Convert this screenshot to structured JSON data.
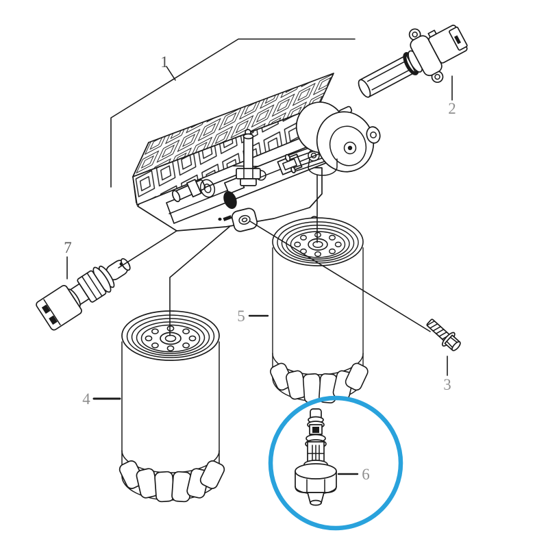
{
  "canvas": {
    "background": "#ffffff",
    "ink_color": "#1a1a1a"
  },
  "highlight_circle": {
    "color": "#29a2dc"
  },
  "callouts": [
    {
      "id": "1",
      "label": "1",
      "color": "#4f4f4f"
    },
    {
      "id": "2",
      "label": "2",
      "color": "#8e8e8e"
    },
    {
      "id": "3",
      "label": "3",
      "color": "#8e8e8e"
    },
    {
      "id": "4",
      "label": "4",
      "color": "#8e8e8e"
    },
    {
      "id": "5",
      "label": "5",
      "color": "#8e8e8e"
    },
    {
      "id": "6",
      "label": "6",
      "color": "#8e8e8e"
    },
    {
      "id": "7",
      "label": "7",
      "color": "#5a5a5a"
    }
  ]
}
